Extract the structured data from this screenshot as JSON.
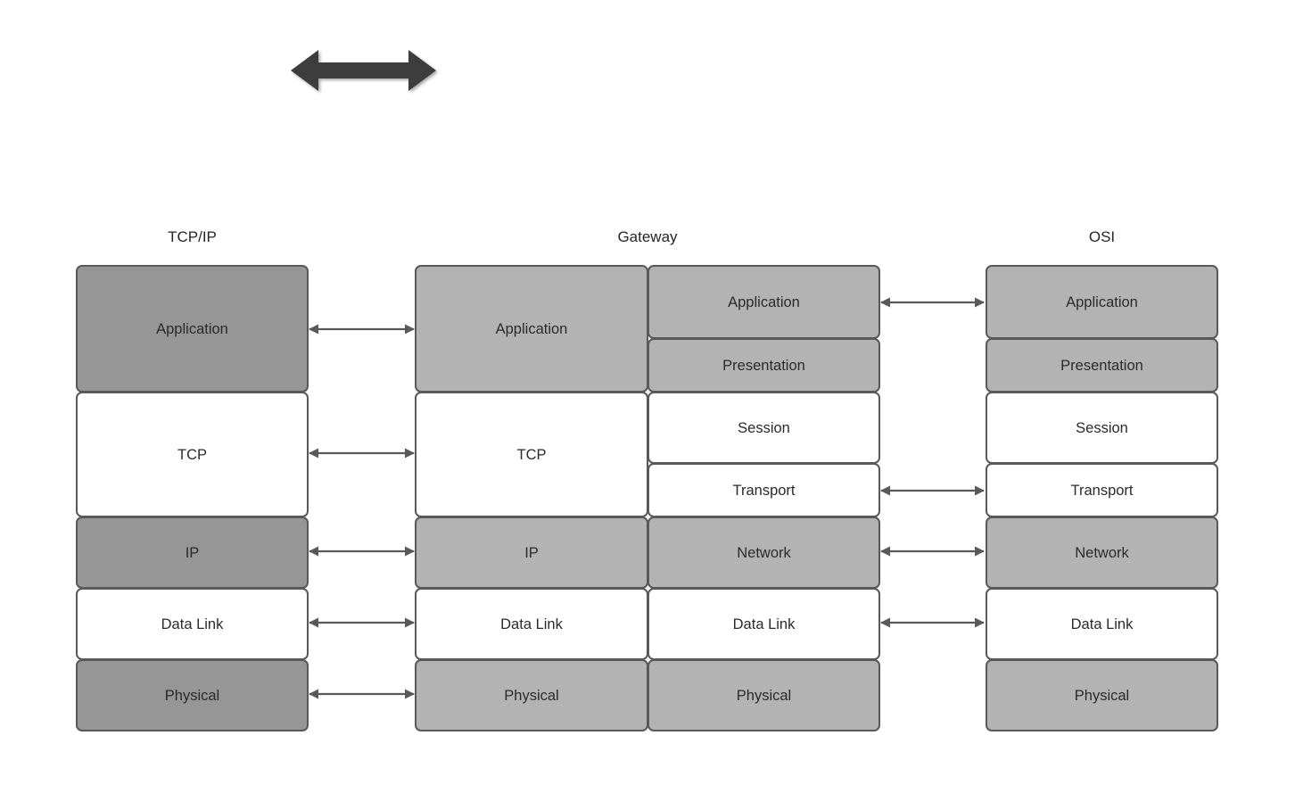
{
  "diagram": {
    "title_visible": false,
    "colors": {
      "fill_dark": "#969696",
      "fill_light": "#b3b3b3",
      "fill_white": "#ffffff",
      "stroke": "#595959",
      "block_arrow": "#3d3d3d",
      "text": "#2b2b2b",
      "background": "#ffffff"
    }
  },
  "block_arrow": {
    "name": "double-headed-block-arrow",
    "direction": "bidirectional-horizontal"
  },
  "columns": [
    {
      "id": "tcpip",
      "title": "TCP/IP",
      "layers": [
        {
          "label": "Application",
          "shade": "dark"
        },
        {
          "label": "TCP",
          "shade": "white"
        },
        {
          "label": "IP",
          "shade": "dark"
        },
        {
          "label": "Data Link",
          "shade": "white"
        },
        {
          "label": "Physical",
          "shade": "dark"
        }
      ]
    },
    {
      "id": "gateway",
      "title": "Gateway",
      "left_layers": [
        {
          "label": "Application",
          "shade": "light"
        },
        {
          "label": "TCP",
          "shade": "white"
        },
        {
          "label": "IP",
          "shade": "light"
        },
        {
          "label": "Data Link",
          "shade": "white"
        },
        {
          "label": "Physical",
          "shade": "light"
        }
      ],
      "right_layers": [
        {
          "label": "Application",
          "shade": "light"
        },
        {
          "label": "Presentation",
          "shade": "light"
        },
        {
          "label": "Session",
          "shade": "white"
        },
        {
          "label": "Transport",
          "shade": "white"
        },
        {
          "label": "Network",
          "shade": "light"
        },
        {
          "label": "Data Link",
          "shade": "white"
        },
        {
          "label": "Physical",
          "shade": "light"
        }
      ]
    },
    {
      "id": "osi",
      "title": "OSI",
      "layers": [
        {
          "label": "Application",
          "shade": "light"
        },
        {
          "label": "Presentation",
          "shade": "light"
        },
        {
          "label": "Session",
          "shade": "white"
        },
        {
          "label": "Transport",
          "shade": "white"
        },
        {
          "label": "Network",
          "shade": "light"
        },
        {
          "label": "Data Link",
          "shade": "white"
        },
        {
          "label": "Physical",
          "shade": "light"
        }
      ]
    }
  ],
  "connectors": {
    "tcpip_to_gateway": [
      {
        "from": "Application",
        "to": "Application"
      },
      {
        "from": "TCP",
        "to": "TCP"
      },
      {
        "from": "IP",
        "to": "IP"
      },
      {
        "from": "Data Link",
        "to": "Data Link"
      },
      {
        "from": "Physical",
        "to": "Physical"
      }
    ],
    "gateway_to_osi": [
      {
        "from": "Application",
        "to": "Application"
      },
      {
        "from": "Transport",
        "to": "Transport"
      },
      {
        "from": "Network",
        "to": "Network"
      },
      {
        "from": "Data Link",
        "to": "Data Link"
      }
    ]
  }
}
